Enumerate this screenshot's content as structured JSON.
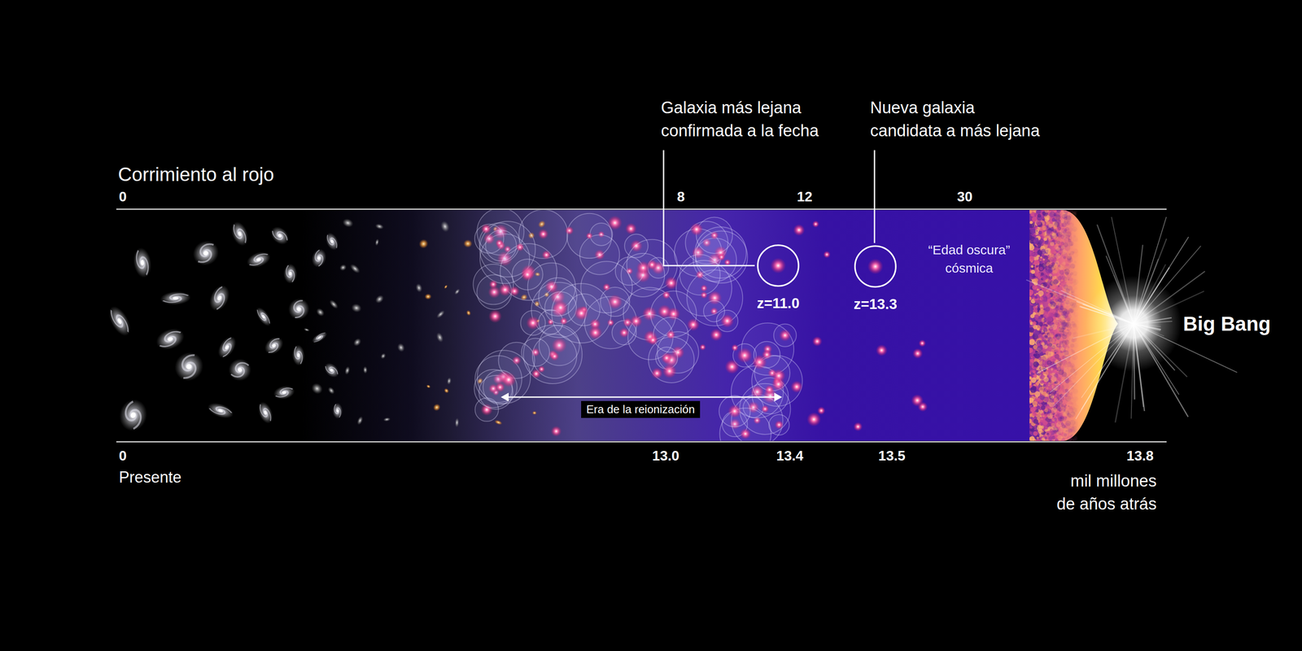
{
  "diagram": {
    "nodes": [
      {
        "text": [
          "Era de la reionización"
        ]
      },
      {
        "text": [
          "z=11.0"
        ]
      },
      {
        "text": [
          "z=13.3"
        ]
      }
    ],
    "labels": [
      "Galaxia más lejana confirmada a la fecha",
      "Nueva galaxia candidata a más lejana",
      "Corrimiento al rojo",
      "0",
      "8",
      "12",
      "30",
      "“Edad oscura” cósmica",
      "Big Bang",
      "0",
      "Presente",
      "13.0",
      "13.4",
      "13.5",
      "13.8",
      "mil millones de años atrás"
    ]
  }
}
